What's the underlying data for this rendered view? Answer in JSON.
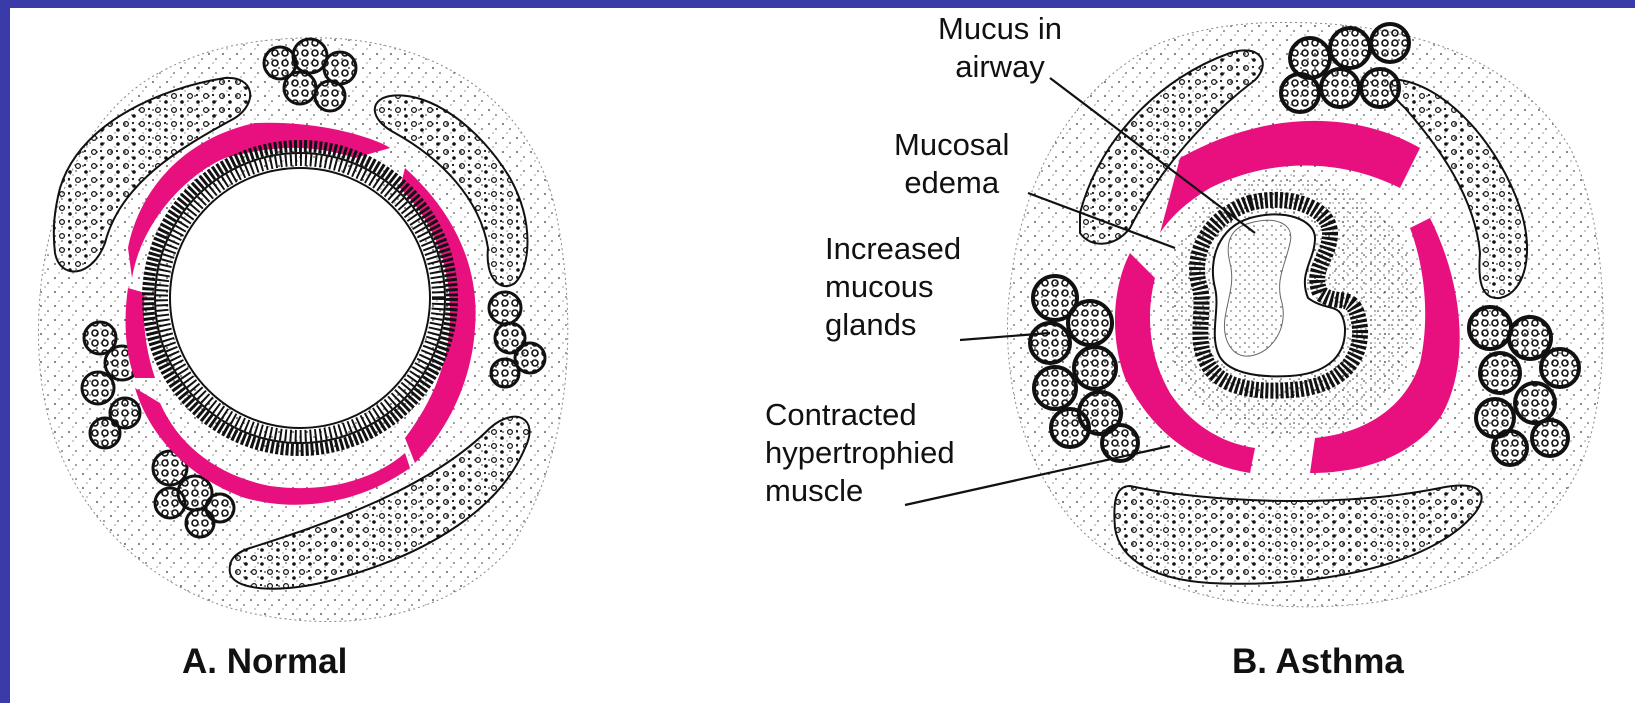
{
  "colors": {
    "background_border": "#3a3aa8",
    "muscle": "#e8107f",
    "ink": "#111111"
  },
  "panels": {
    "normal": {
      "caption": "A. Normal"
    },
    "asthma": {
      "caption": "B. Asthma",
      "labels": {
        "mucus": [
          "Mucus in",
          "airway"
        ],
        "edema": [
          "Mucosal",
          "edema"
        ],
        "glands": [
          "Increased",
          "mucous",
          "glands"
        ],
        "muscle": [
          "Contracted",
          "hypertrophied",
          "muscle"
        ]
      }
    }
  }
}
